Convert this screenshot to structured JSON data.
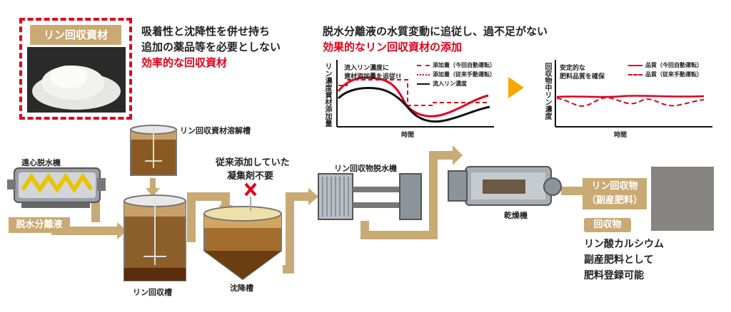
{
  "material": {
    "label": "リン回収資材",
    "desc_line1": "吸着性と沈降性を併せ持ち",
    "desc_line2": "追加の薬品等を必要としない",
    "desc_line3": "効率的な回収資材"
  },
  "header_right": {
    "line1": "脱水分離液の水質変動に追従し、過不足がない",
    "line2": "効果的なリン回収資材の添加"
  },
  "chart_left": {
    "ylabel": "リン濃度資材添加量",
    "xlabel": "時間",
    "annotation_line1": "流入リン濃度に",
    "annotation_line2": "資材添加量を追従!!",
    "legend": [
      {
        "name": "添加量（今回自動運転）",
        "color": "#e0001b",
        "style": "dashed"
      },
      {
        "name": "添加量（従来手動運転）",
        "color": "#e0001b",
        "style": "dashed-thin"
      },
      {
        "name": "流入リン濃度",
        "color": "#111111",
        "style": "solid"
      }
    ]
  },
  "chart_right": {
    "ylabel": "回収物中リン濃度",
    "xlabel": "時間",
    "annotation_line1": "安定的な",
    "annotation_line2": "肥料品質を確保",
    "legend": [
      {
        "name": "品質（今回自動運転）",
        "color": "#e0001b",
        "style": "solid"
      },
      {
        "name": "品質（従来手動運転）",
        "color": "#e0001b",
        "style": "dashed"
      }
    ]
  },
  "process": {
    "centrifuge": "遠心脱水機",
    "separated_liquid": "脱水分離液",
    "dissolve_tank": "リン回収資材溶解槽",
    "recovery_tank": "リン回収槽",
    "note_line1": "従来添加していた",
    "note_line2": "凝集剤不要",
    "settling_tank": "沈降槽",
    "dewaterer": "リン回収物脱水機",
    "dryer": "乾燥機",
    "product_line1": "リン回収物",
    "product_line2": "（副産肥料）",
    "recovered_label": "回収物",
    "result_line1": "リン酸カルシウム",
    "result_line2": "副産肥料として",
    "result_line3": "肥料登録可能"
  },
  "colors": {
    "pipe": "#c9aa74",
    "accent_red": "#e0001b",
    "arrow_orange": "#f5a800"
  }
}
